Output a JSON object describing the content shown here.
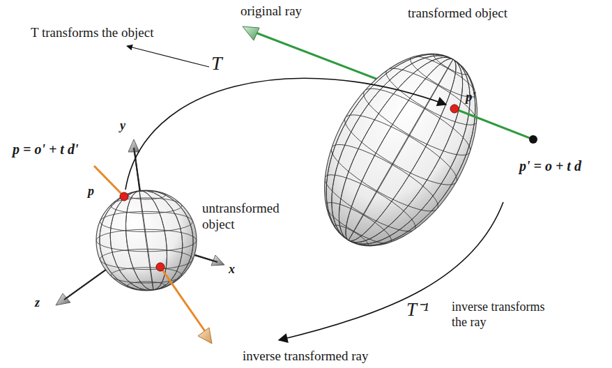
{
  "diagram": {
    "labels": [
      "original ray",
      "transformed object",
      "T transforms the object",
      "T",
      "y",
      "p = o' + t d'",
      "p",
      "untransformed object",
      "x",
      "z",
      "p'",
      "p' = o + t d",
      "T⁻¹",
      "inverse transforms the ray",
      "inverse transformed ray"
    ]
  }
}
